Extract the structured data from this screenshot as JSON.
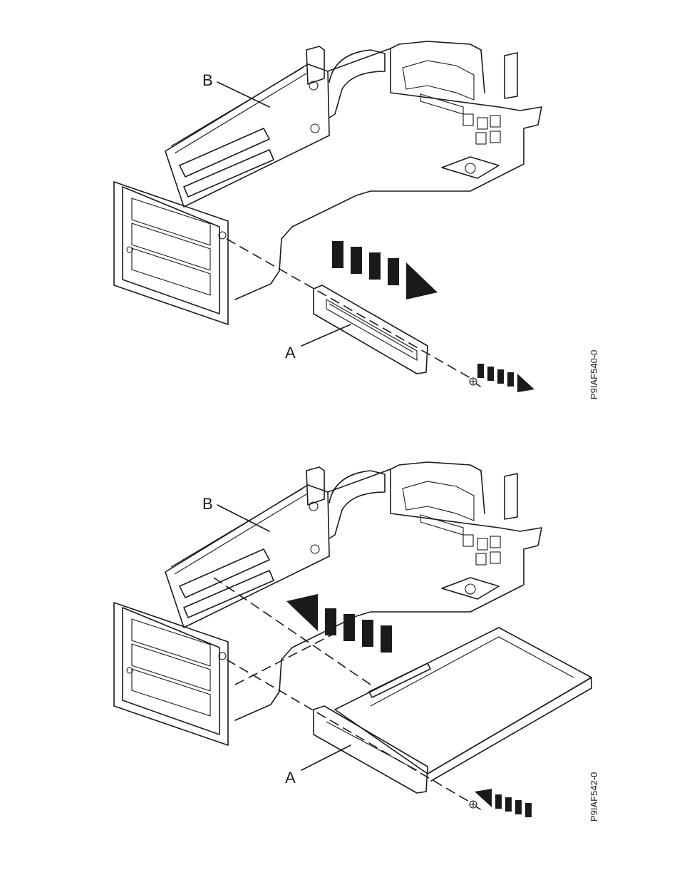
{
  "figures": [
    {
      "label_a": "A",
      "label_b": "B",
      "figure_id": "P9IAF540-0",
      "arrow_direction": "removal"
    },
    {
      "label_a": "A",
      "label_b": "B",
      "figure_id": "P9IAF542-0",
      "arrow_direction": "installation"
    }
  ],
  "colors": {
    "line": "#1a1a1a",
    "background": "#ffffff"
  },
  "icons": [
    "screw-icon",
    "direction-arrow-icon"
  ]
}
